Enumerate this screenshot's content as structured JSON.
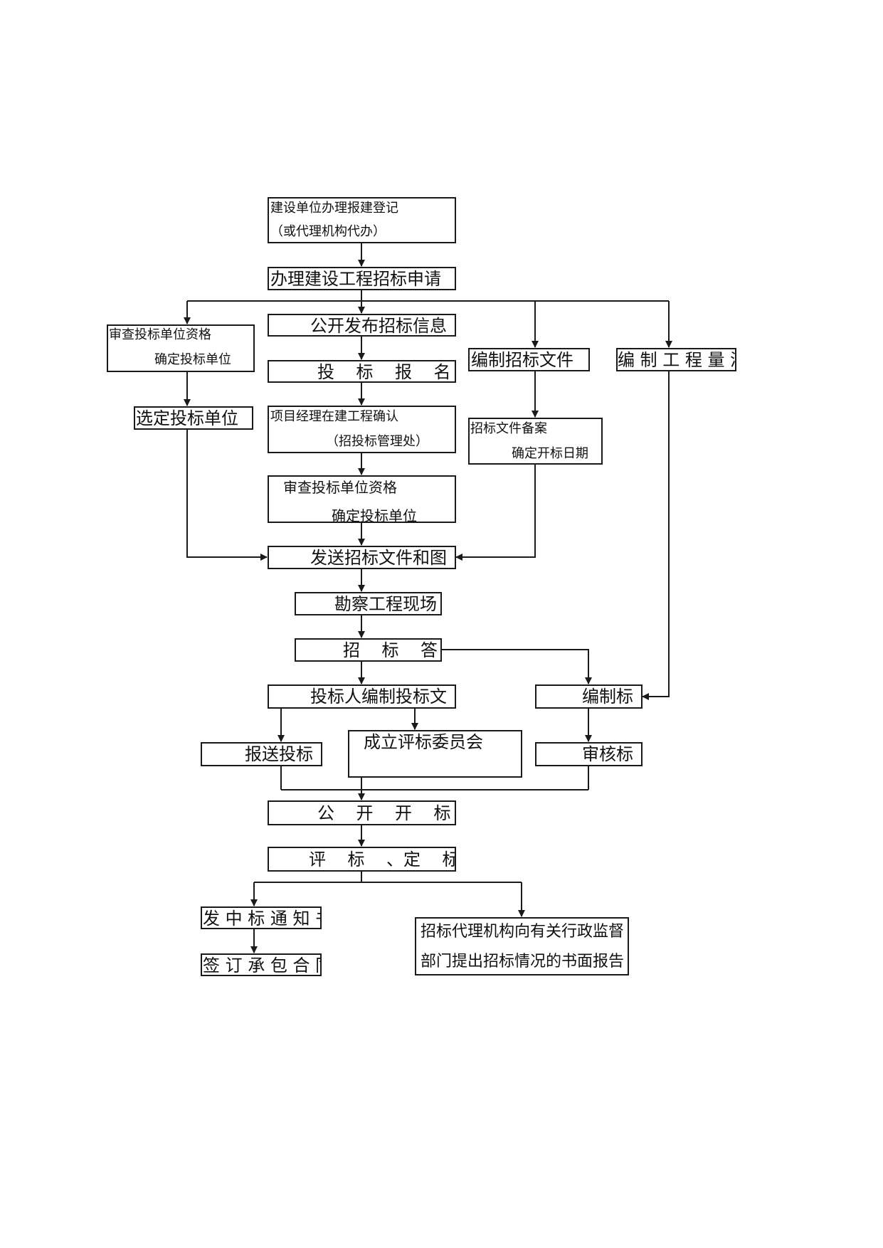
{
  "nodes": {
    "n1": {
      "line1": "建设单位办理报建登记",
      "line2": "（或代理机构代办）"
    },
    "n2": {
      "text": "办理建设工程招标申请"
    },
    "n3": {
      "text": "公开发布招标信息"
    },
    "n4": {
      "line1": "审查投标单位资格",
      "line2": "确定投标单位"
    },
    "n5": {
      "text": "编制招标文件"
    },
    "n6": {
      "text": "编 制 工 程 量 清"
    },
    "n7": {
      "text": "投    标    报    名"
    },
    "n8": {
      "text": "选定投标单位"
    },
    "n9": {
      "line1": "项目经理在建工程确认",
      "line2": "（招投标管理处）"
    },
    "n10": {
      "line1": "招标文件备案",
      "line2": "确定开标日期"
    },
    "n11": {
      "line1": "审查投标单位资格",
      "line2": "确定投标单位"
    },
    "n12": {
      "text": "发送招标文件和图"
    },
    "n13": {
      "text": "勘察工程现场"
    },
    "n14": {
      "text": "招    标    答"
    },
    "n15": {
      "text": "投标人编制投标文"
    },
    "n16": {
      "text": "编制标"
    },
    "n17": {
      "text": "报送投标"
    },
    "n18": {
      "text": "成立评标委员会"
    },
    "n19": {
      "text": "审核标"
    },
    "n20": {
      "text": "公    开    开    标"
    },
    "n21": {
      "text": "评    标    、定    标"
    },
    "n22": {
      "text": "发 中 标 通 知 书"
    },
    "n23": {
      "line1": "招标代理机构向有关行政监督",
      "line2": "部门提出招标情况的书面报告"
    },
    "n24": {
      "text": "签 订 承 包 合 同"
    }
  },
  "colors": {
    "stroke": "#1a1a1a",
    "text": "#111111",
    "background": "#ffffff"
  }
}
